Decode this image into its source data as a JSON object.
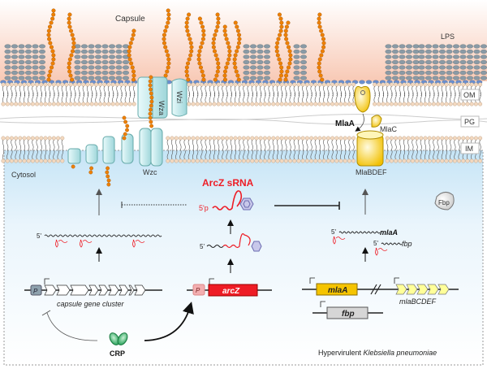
{
  "labels": {
    "capsule": "Capsule",
    "lps": "LPS",
    "om": "OM",
    "pg": "PG",
    "im": "IM",
    "cytosol": "Cytosol",
    "wza": "Wza",
    "wzi": "Wzi",
    "wzc": "Wzc",
    "mlaA_protein": "MlaA",
    "mlaC": "MlaC",
    "mlaBDEF": "MlaBDEF",
    "fbp_protein": "Fbp",
    "arcz_srna": "ArcZ sRNA",
    "five_p": "5'p",
    "five_prime": "5'",
    "mlaA_mrna": "mlaA",
    "fbp_mrna": "fbp",
    "promoter": "P",
    "arcZ_gene": "arcZ",
    "capsule_cluster": "capsule gene cluster",
    "mlaA_gene": "mlaA",
    "fbp_gene": "fbp",
    "mlaBCDEF": "mlaBCDEF",
    "crp": "CRP",
    "organism_prefix": "Hypervirulent ",
    "organism_italic": "Klebsiella pneumoniae"
  },
  "colors": {
    "capsule_bead": "#ee8000",
    "lps_core": "#8a9aa6",
    "arcz_red": "#ee1c25",
    "mla_yellow": "#f5c400",
    "mla_light_yellow": "#ffff99",
    "wz_cyan": "#bfe8ea",
    "cytosol_blue": "#cbe7f7",
    "crp_green": "#2fa860"
  }
}
